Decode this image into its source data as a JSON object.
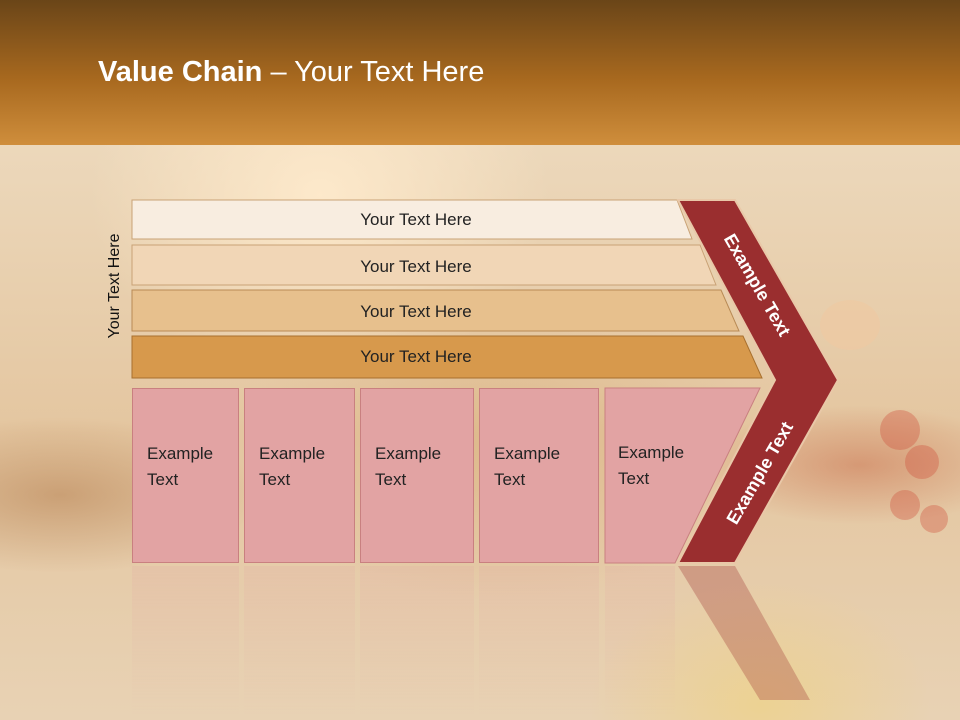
{
  "header": {
    "title_bold": "Value Chain",
    "title_rest": " – Your Text Here"
  },
  "side_label": "Your Text Here",
  "bands": [
    "Your Text Here",
    "Your Text Here",
    "Your Text Here",
    "Your Text Here"
  ],
  "boxes": [
    "Example\nText",
    "Example\nText",
    "Example\nText",
    "Example\nText",
    "Example\nText"
  ],
  "chevron": {
    "top_label": "Example Text",
    "bottom_label": "Example Text"
  },
  "colors": {
    "band1": "#f8ede0",
    "band2": "#f1d6b6",
    "band3": "#e7c08d",
    "band4": "#d7994c",
    "box": "#e2a3a3",
    "chevron": "#9a2e2f",
    "header": "#a8691f"
  }
}
